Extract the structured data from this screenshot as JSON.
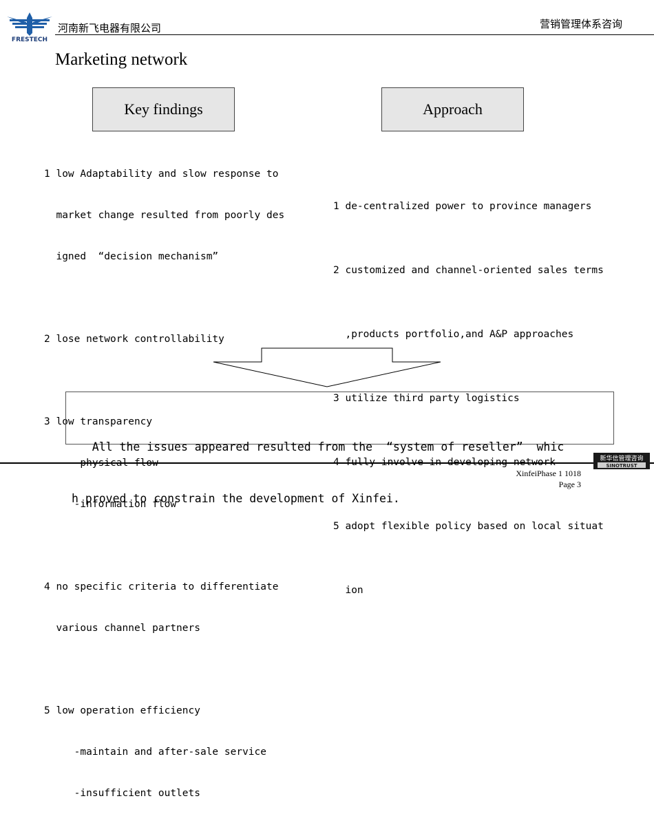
{
  "header": {
    "logo_text": "FRESTECH",
    "company": "河南新飞电器有限公司",
    "right_title": "营销管理体系咨询"
  },
  "title": "Marketing network",
  "left_box": "Key findings",
  "right_box": "Approach",
  "findings": [
    "1 low Adaptability and slow response to",
    "  market change resulted from poorly des",
    "  igned  “decision mechanism”",
    "",
    "2 lose network controllability",
    "",
    "3 low transparency",
    "     -physical flow",
    "     -information flow",
    "",
    "4 no specific criteria to differentiate",
    "  various channel partners",
    "",
    "5 low operation efficiency",
    "     -maintain and after-sale service",
    "     -insufficient outlets"
  ],
  "approach": [
    "1 de-centralized power to province managers",
    "2 customized and channel-oriented sales terms",
    "  ,products portfolio,and A&P approaches",
    "3 utilize third party logistics",
    "4 fully involve in developing network",
    "5 adopt flexible policy based on local situat",
    "  ion"
  ],
  "conclusion": [
    "   All the issues appeared resulted from the  “system of reseller”  whic",
    "h proved to constrain the development of Xinfei."
  ],
  "footer": {
    "logo_text_top": "新华信管理咨询",
    "logo_text_bottom": "SINOTRUST",
    "doc_id": "XinfeiPhase 1  1018",
    "page": "Page 3"
  }
}
